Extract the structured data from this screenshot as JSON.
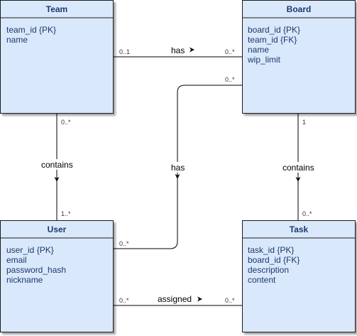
{
  "entities": {
    "team": {
      "title": "Team",
      "attributes": [
        "team_id {PK}",
        "name"
      ]
    },
    "board": {
      "title": "Board",
      "attributes": [
        "board_id {PK}",
        "team_id {FK}",
        "name",
        "wip_limit"
      ]
    },
    "user": {
      "title": "User",
      "attributes": [
        "user_id {PK}",
        "email",
        "password_hash",
        "nickname"
      ]
    },
    "task": {
      "title": "Task",
      "attributes": [
        "task_id {PK}",
        "board_id {FK}",
        "description",
        "content"
      ]
    }
  },
  "relations": {
    "team_board": {
      "label": "has",
      "from_mult": "0..1",
      "to_mult": "0..*"
    },
    "team_user": {
      "label": "contains",
      "from_mult": "0..*",
      "to_mult": "1..*"
    },
    "board_user": {
      "label": "has",
      "from_mult": "0..*",
      "to_mult": "0..*"
    },
    "board_task": {
      "label": "contains",
      "from_mult": "1",
      "to_mult": "0..*"
    },
    "user_task": {
      "label": "assigned",
      "from_mult": "0..*",
      "to_mult": "0..*"
    }
  },
  "colors": {
    "box_fill": "#dae8fc",
    "box_border": "#1c1c1c",
    "text": "#1a3a6b",
    "line": "#000000"
  }
}
